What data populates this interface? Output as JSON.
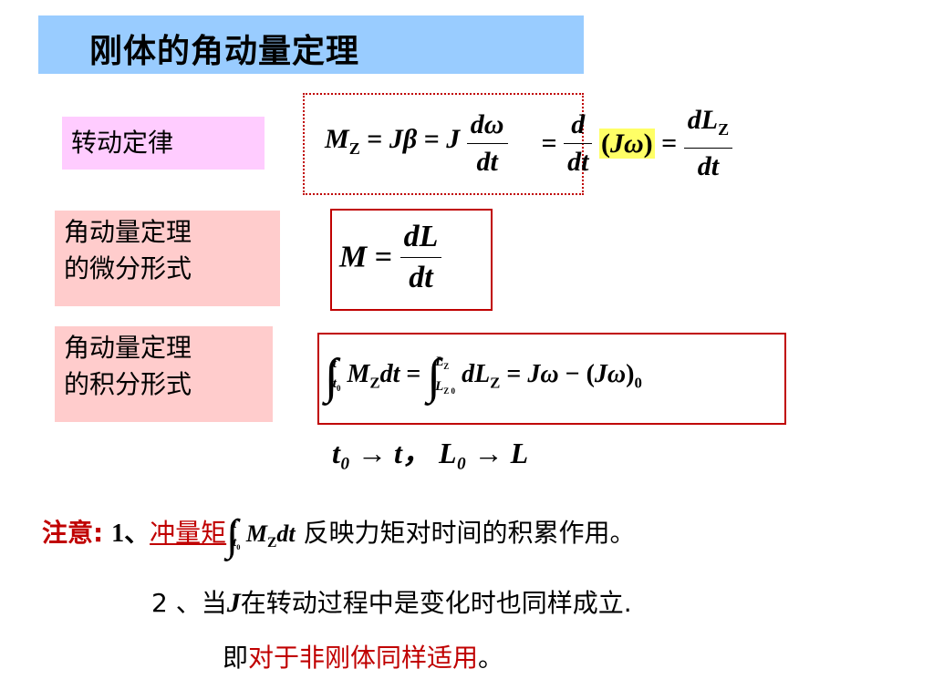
{
  "title": "刚体的角动量定理",
  "labels": {
    "rotation_law": "转动定律",
    "differential_form": [
      "角动量定理",
      "的微分形式"
    ],
    "integral_form": [
      "角动量定理",
      "的积分形式"
    ]
  },
  "limits_text": "t₀ → t， L₀ → L",
  "notes": {
    "note_label": "注意:",
    "item1_prefix": "1、",
    "item1_term": "冲量矩",
    "item1_rest": "反映力矩对时间的积累作用。",
    "item2_prefix": "2 、当",
    "item2_var": "J",
    "item2_rest": "在转动过程中是变化时也同样成立.",
    "item3_prefix": "即",
    "item3_red": "对于非刚体同样适用",
    "item3_end": "。"
  },
  "colors": {
    "title_bg": "#99ccff",
    "label1_bg": "#ffccff",
    "label_bg": "#ffcccc",
    "accent_red": "#c00000",
    "highlight": "#ffff66"
  }
}
